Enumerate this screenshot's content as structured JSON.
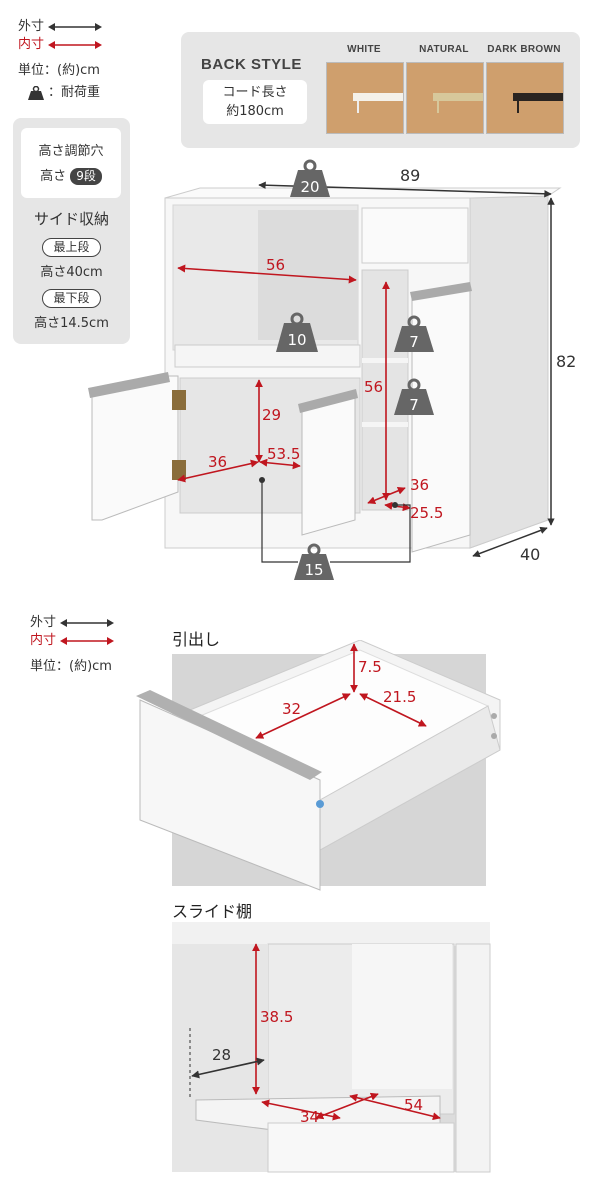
{
  "legend_top": {
    "outer_label": "外寸",
    "inner_label": "内寸",
    "unit_label": "単位：(約)cm",
    "load_label": "：耐荷重"
  },
  "back_style": {
    "title": "BACK STYLE",
    "cord_line1": "コード長さ",
    "cord_line2": "約180cm",
    "swatches": [
      {
        "label": "WHITE",
        "band_color": "#f4f1ea"
      },
      {
        "label": "NATURAL",
        "band_color": "#d7c89b"
      },
      {
        "label": "DARK BROWN",
        "band_color": "#2a2421"
      }
    ]
  },
  "side_panel": {
    "height_hole_title": "高さ調節穴",
    "height_prefix": "高さ",
    "height_steps": "9段",
    "side_storage_title": "サイド収納",
    "top_shelf_label": "最上段",
    "top_shelf_height": "高さ40cm",
    "bottom_shelf_label": "最下段",
    "bottom_shelf_height": "高さ14.5cm"
  },
  "main_dims": {
    "width": "89",
    "height": "82",
    "depth": "40",
    "top_load": "20",
    "shelf_load": "10",
    "side_load_upper": "7",
    "side_load_lower": "7",
    "bottom_load": "15",
    "upper_inner_width": "56",
    "side_inner_height": "56",
    "lower_height": "29",
    "lower_width": "36",
    "lower_depth": "53.5",
    "side_depth": "36",
    "side_width": "25.5"
  },
  "legend_bottom": {
    "outer_label": "外寸",
    "inner_label": "内寸",
    "unit_label": "単位：(約)cm"
  },
  "drawer": {
    "title": "引出し",
    "height": "7.5",
    "width": "32",
    "depth": "21.5"
  },
  "slide_shelf": {
    "title": "スライド棚",
    "height": "38.5",
    "width_outer": "28",
    "width": "34",
    "depth": "54"
  },
  "colors": {
    "dimension_red": "#c0161f",
    "panel_gray": "#e6e6e6",
    "weight_gray": "#666666"
  }
}
